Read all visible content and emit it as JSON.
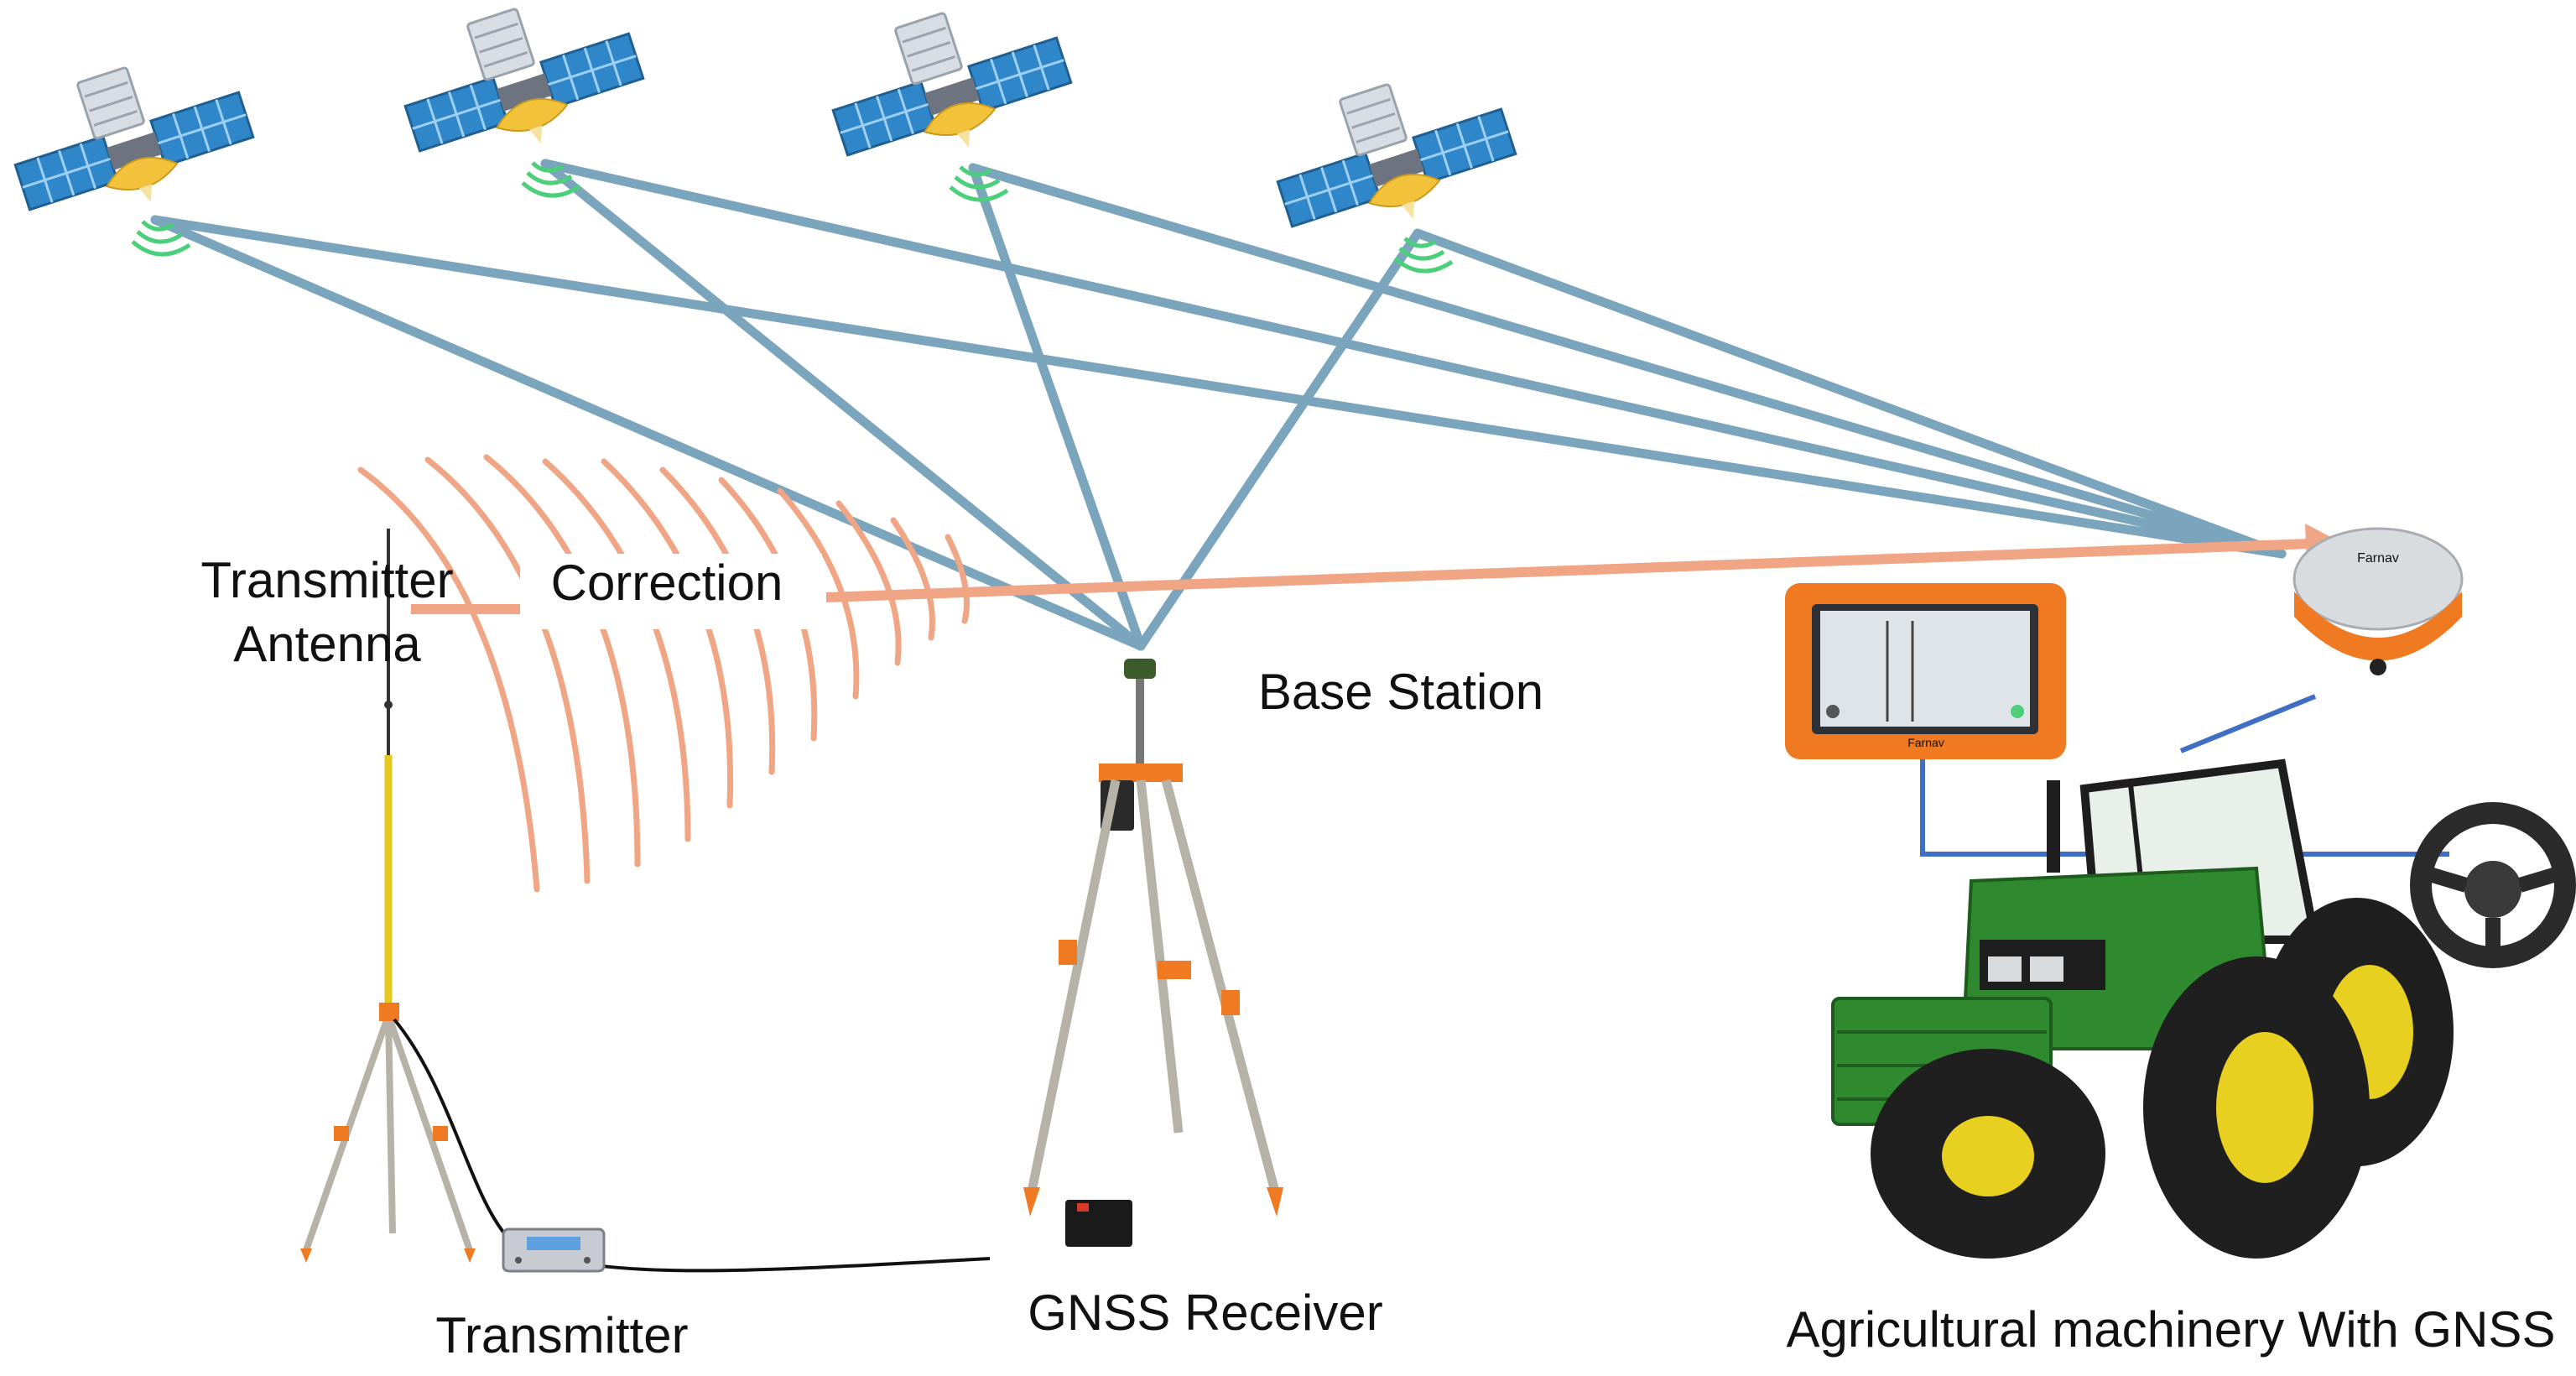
{
  "labels": {
    "transmitter_antenna_line1": "Transmitter",
    "transmitter_antenna_line2": "Antenna",
    "correction": "Correction",
    "base_station": "Base Station",
    "transmitter": "Transmitter",
    "gnss_receiver": "GNSS Receiver",
    "agricultural_machinery": "Agricultural machinery With GNSS"
  },
  "device_branding": {
    "receiver_brand": "Farnav",
    "tablet_brand": "Farnav"
  },
  "colors": {
    "signal_line": "#7aa5bd",
    "correction_wave": "#f0a584",
    "connector_line": "#3f6fc4",
    "satellite_panel": "#2f86c9",
    "satellite_dish": "#f2c23a",
    "satellite_wifi": "#4ccf7a",
    "tractor_green": "#2f8a2f",
    "tractor_yellow": "#e8d020",
    "tripod_orange": "#f07a22"
  },
  "icons": {
    "satellite": "satellite-icon",
    "receiver": "gnss-receiver-icon",
    "tablet": "tablet-icon",
    "steering": "steering-wheel-icon",
    "tractor": "tractor-icon"
  }
}
